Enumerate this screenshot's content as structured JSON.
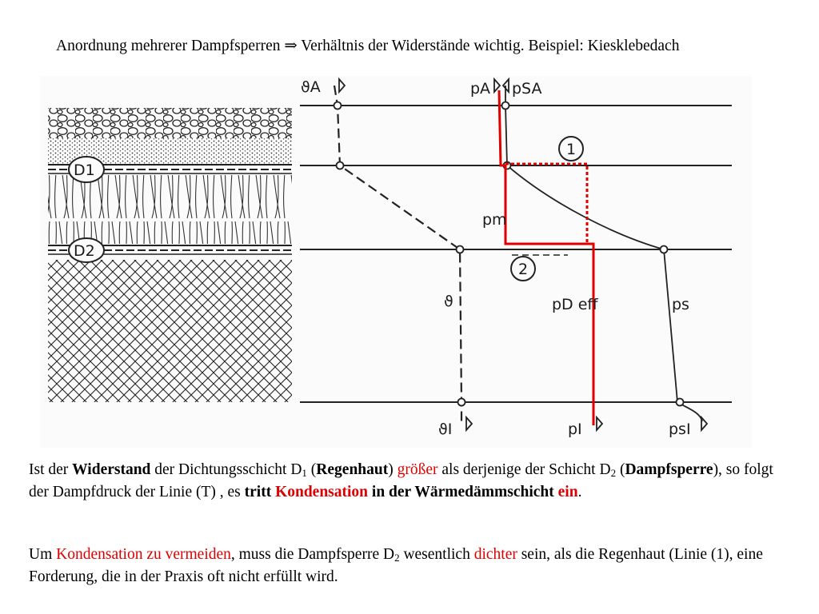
{
  "intro": {
    "part1": "Anordnung mehrerer Dampfsperren ",
    "arrow": "⇒",
    "part2": " Verhältnis der Widerstände wichtig. Beispiel: Kiesklebedach"
  },
  "figure": {
    "labels": {
      "theta_a": "ϑA",
      "p_a": "pA",
      "p_sa": "pSA",
      "circle1": "1",
      "circle2": "2",
      "d1": "D1",
      "d2": "D2",
      "p_m": "pm",
      "theta": "ϑ",
      "p_d_eff": "pD eff",
      "p_s": "ps",
      "theta_i": "ϑI",
      "p_i": "pI",
      "p_si": "psI"
    },
    "colors": {
      "highlight": "#e00000",
      "ink": "#1a1a1a"
    }
  },
  "para1": {
    "t1": "Ist der ",
    "b1": "Widerstand",
    "t2": " der Dichtungsschicht D",
    "s1": "1",
    "t3": " (",
    "b2": "Regenhaut",
    "t4": ") ",
    "r1": "größer",
    "t5": " als derjenige der Schicht D",
    "s2": "2",
    "t6": " (",
    "b3": "Dampfsperre",
    "t7": "), so folgt der Dampfdruck der Linie (T) , es ",
    "b4": "tritt",
    "t8": " ",
    "br1": "Kondensation",
    "b5": " in der Wärmedämmschicht ",
    "br2": "ein",
    "t9": "."
  },
  "para2": {
    "t1": "Um ",
    "r1": "Kondensation zu vermeiden",
    "t2": ", muss die Dampfsperre D",
    "s1": "2",
    "t3": "  wesentlich ",
    "r2": "dichter",
    "t4": " sein, als die Regenhaut (Linie (1), eine Forderung, die in der Praxis oft nicht erfüllt wird."
  }
}
